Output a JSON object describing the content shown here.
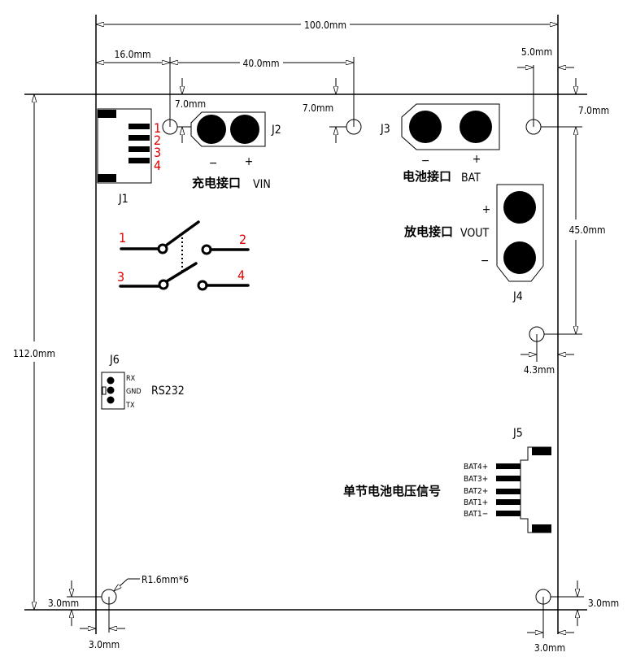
{
  "dimensions": {
    "board_width": "100.0mm",
    "board_height": "112.0mm",
    "j1_offset": "16.0mm",
    "hole_spacing_top": "40.0mm",
    "right_hole_offset": "5.0mm",
    "hole_top_offset_left": "7.0mm",
    "hole_top_offset_mid": "7.0mm",
    "hole_top_offset_right": "7.0mm",
    "right_hole_spacing": "45.0mm",
    "right_hole2_offset": "4.3mm",
    "bl_vertical": "3.0mm",
    "bl_horizontal": "3.0mm",
    "br_vertical": "3.0mm",
    "br_horizontal": "3.0mm",
    "hole_radius": "R1.6mm*6"
  },
  "j1": {
    "ref": "J1",
    "pins": [
      "1",
      "2",
      "3",
      "4"
    ]
  },
  "j2": {
    "ref": "J2",
    "minus": "−",
    "plus": "+",
    "label_cn": "充电接口",
    "label_en": "VIN"
  },
  "j3": {
    "ref": "J3",
    "minus": "−",
    "plus": "+",
    "label_cn": "电池接口",
    "label_en": "BAT"
  },
  "j4": {
    "ref": "J4",
    "plus": "+",
    "minus": "−",
    "label_cn": "放电接口",
    "label_en": "VOUT"
  },
  "switch": {
    "pins": [
      "1",
      "2",
      "3",
      "4"
    ]
  },
  "j6": {
    "ref": "J6",
    "pins": [
      "RX",
      "GND",
      "TX"
    ],
    "label": "RS232"
  },
  "j5": {
    "ref": "J5",
    "pins": [
      "BAT4+",
      "BAT3+",
      "BAT2+",
      "BAT1+",
      "BAT1−"
    ],
    "label_cn": "单节电池电压信号"
  },
  "colors": {
    "lines": "#000000",
    "pin_numbers": "#e00000"
  }
}
